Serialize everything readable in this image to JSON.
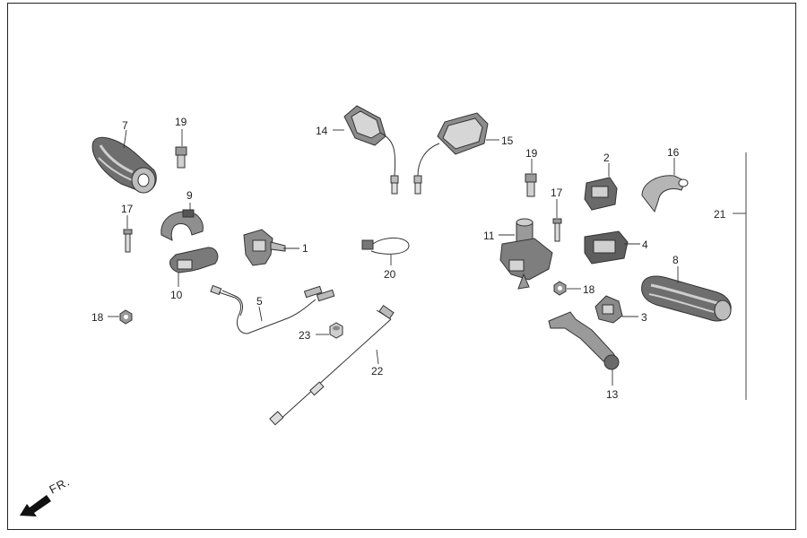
{
  "diagram": {
    "direction_label": "FR.",
    "callouts": [
      {
        "id": "1",
        "text": "1"
      },
      {
        "id": "2",
        "text": "2"
      },
      {
        "id": "3",
        "text": "3"
      },
      {
        "id": "4",
        "text": "4"
      },
      {
        "id": "5",
        "text": "5"
      },
      {
        "id": "7",
        "text": "7"
      },
      {
        "id": "8",
        "text": "8"
      },
      {
        "id": "9",
        "text": "9"
      },
      {
        "id": "10",
        "text": "10"
      },
      {
        "id": "11",
        "text": "11"
      },
      {
        "id": "13",
        "text": "13"
      },
      {
        "id": "14",
        "text": "14"
      },
      {
        "id": "15",
        "text": "15"
      },
      {
        "id": "16",
        "text": "16"
      },
      {
        "id": "17a",
        "text": "17"
      },
      {
        "id": "17b",
        "text": "17"
      },
      {
        "id": "18a",
        "text": "18"
      },
      {
        "id": "18b",
        "text": "18"
      },
      {
        "id": "19a",
        "text": "19"
      },
      {
        "id": "19b",
        "text": "19"
      },
      {
        "id": "20",
        "text": "20"
      },
      {
        "id": "21",
        "text": "21"
      },
      {
        "id": "22",
        "text": "22"
      },
      {
        "id": "23",
        "text": "23"
      }
    ]
  }
}
